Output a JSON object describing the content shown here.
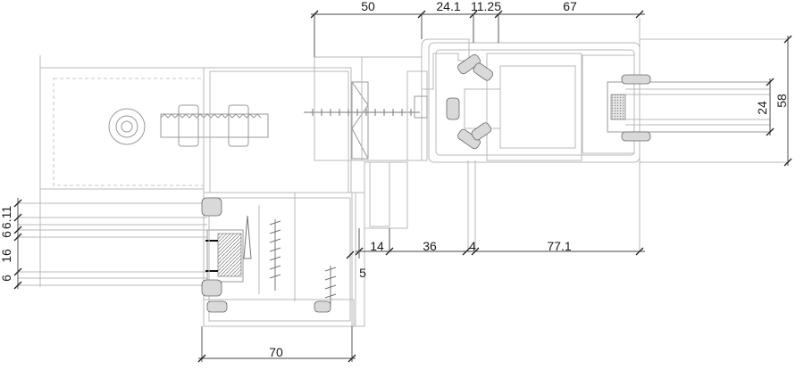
{
  "drawing": {
    "dimensions_top": [
      "50",
      "24.1",
      "11.25",
      "67"
    ],
    "dimensions_middle": [
      "14",
      "36",
      "4",
      "77.1"
    ],
    "dimension_side_small": "5",
    "dimension_bottom": "70",
    "dimensions_right": [
      "24",
      "58"
    ],
    "dimensions_left": [
      "6",
      "16",
      "6",
      "6.11"
    ]
  }
}
